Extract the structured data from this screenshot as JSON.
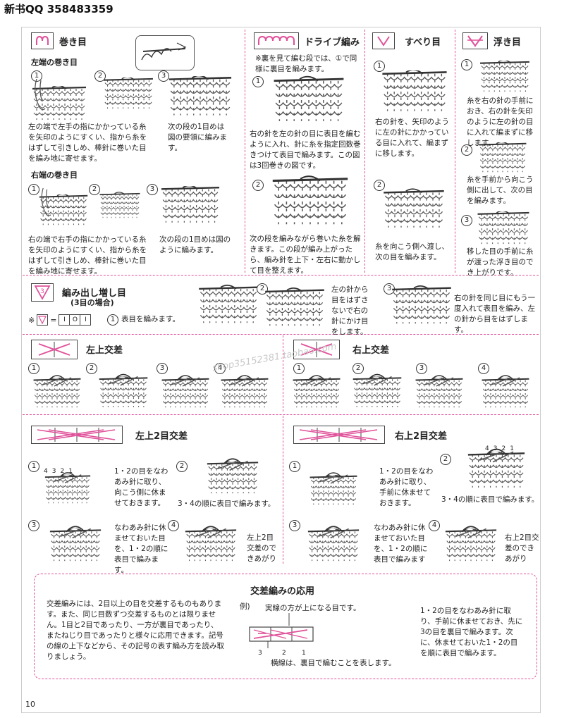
{
  "header": {
    "text": "新书QQ 358483359"
  },
  "page_number": "10",
  "watermark": "shop35152381.taobao.com",
  "makime": {
    "title": "巻き目",
    "left": {
      "heading": "左端の巻き目",
      "step1_text": "左の端で左手の指にかかっている糸を矢印のようにすくい、指から糸をはずして引きしめ、棒針に巻いた目を編み地に寄せます。",
      "step3_text": "次の段の1目めは図の要領に編みます。"
    },
    "right": {
      "heading": "右端の巻き目",
      "step1_text": "右の端で右手の指にかかっている糸を矢印のようにすくい、指から糸をはずして引きしめ、棒針に巻いた目を編み地に寄せます。",
      "step3_text": "次の段の1目めは図のように編みます。"
    }
  },
  "drive": {
    "title": "ドライブ編み",
    "note": "※裏を見て編む段では、①で同様に裏目を編みます。",
    "step1_text": "右の針を左の針の目に表目を編むように入れ、針に糸を指定回数巻きつけて表目で編みます。この図は3回巻きの図です。",
    "step2_text": "次の段を編みながら巻いた糸を解きます。この段が編み上がったら、編み針を上下・左右に動かして目を整えます。"
  },
  "suberi": {
    "title": "すべり目",
    "step1_text": "右の針を、矢印のように左の針にかかっている目に入れて、編まずに移します。",
    "step2_text": "糸を向こう側へ渡し、次の目を編みます。"
  },
  "uki": {
    "title": "浮き目",
    "step1_text": "糸を右の針の手前におき、右の針を矢印のように左の針の目に入れて編まずに移します。",
    "step2_text": "糸を手前から向こう側に出して、次の目を編みます。",
    "step3_text": "移した目の手前に糸が渡った浮き目のでき上がりです。"
  },
  "increase": {
    "title": "編み出し増し目",
    "subtitle": "(3目の場合)",
    "formula_prefix": "※",
    "formula_eq": "=",
    "formula_cells": [
      "I",
      "O",
      "I"
    ],
    "step1_text": "表目を編みます。",
    "step2_text": "左の針から目をはずさないで右の針にかけ目をします。",
    "step3_text": "右の針を同じ目にもう一度入れて表目を編み、左の針から目をはずします。"
  },
  "cross_left": {
    "title": "左上交差"
  },
  "cross_right": {
    "title": "右上交差"
  },
  "cross2_left": {
    "title": "左上2目交差",
    "step1_text": "1・2の目をなわあみ針に取り、向こう側に休ませておきます。",
    "step2_text": "3・4の順に表目で編みます。",
    "step3_text": "なわあみ針に休ませておいた目を、1・2の順に表目で編みます。",
    "step4_text": "左上2目交差のできあがり",
    "labels12": [
      "4",
      "3",
      "2",
      "1"
    ]
  },
  "cross2_right": {
    "title": "右上2目交差",
    "step1_text": "1・2の目をなわあみ針に取り、手前に休ませておきます。",
    "step2_text": "3・4の順に表目で編みます。",
    "step3_text": "なわあみ針に休ませておいた目を、1・2の順に表目で編みます",
    "step4_text": "右上2目交差のできあがり",
    "labels12": [
      "4",
      "3",
      "2",
      "1"
    ]
  },
  "application": {
    "title": "交差編みの応用",
    "body": "交差編みには、2目以上の目を交差するものもあります。また、同じ目数ずつ交差するものとは限りません。1目と2目であったり、一方が裏目であったり、またねじり目であったりと様々に応用できます。記号の線の上下などから、その記号の表す編み方を読み取りましょう。",
    "example_label": "例)",
    "solid_note": "実線の方が上になる目です。",
    "horizontal_note": "横線は、裏目で編むことを表します。",
    "diagram_numbers": [
      "3",
      "2",
      "1"
    ],
    "right_text": "1・2の目をなわあみ針に取り、手前に休ませておき、先に3の目を裏目で編みます。次に、休ませておいた1・2の目を順に表目で編みます。"
  },
  "step_numbers": [
    "1",
    "2",
    "3",
    "4"
  ],
  "colors": {
    "accent": "#e0519a",
    "line": "#444444"
  }
}
